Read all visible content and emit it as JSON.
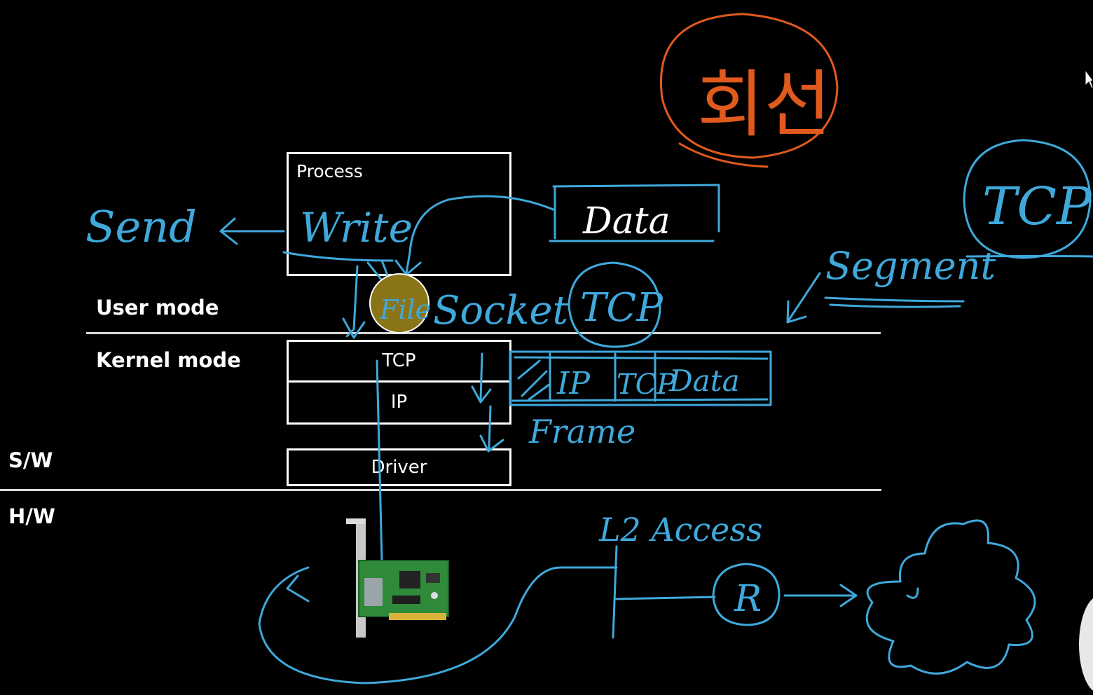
{
  "slide": {
    "labels": {
      "user_mode": "User mode",
      "kernel_mode": "Kernel mode",
      "sw": "S/W",
      "hw": "H/W"
    },
    "process_box": {
      "title": "Process"
    },
    "stack": {
      "tcp": "TCP",
      "ip": "IP",
      "driver": "Driver"
    }
  },
  "annotations": {
    "send": "Send",
    "write": "Write",
    "data": "Data",
    "file": "File",
    "socket": "Socket",
    "tcp_circle": "TCP",
    "segment": "Segment",
    "tcp_top": "TCP",
    "packet": {
      "ip": "IP",
      "tcp": "TCP",
      "data": "Data"
    },
    "frame": "Frame",
    "l2_access": "L2 Access",
    "router": "R",
    "korean": "회선"
  },
  "colors": {
    "background": "#000000",
    "ink": "#3fa9dc",
    "orange": "#e05a1e",
    "file_highlight": "#8a7418",
    "white": "#ffffff"
  },
  "icons": {
    "nic": "network-card-icon",
    "cloud": "cloud-icon",
    "cursor": "mouse-cursor-icon"
  }
}
